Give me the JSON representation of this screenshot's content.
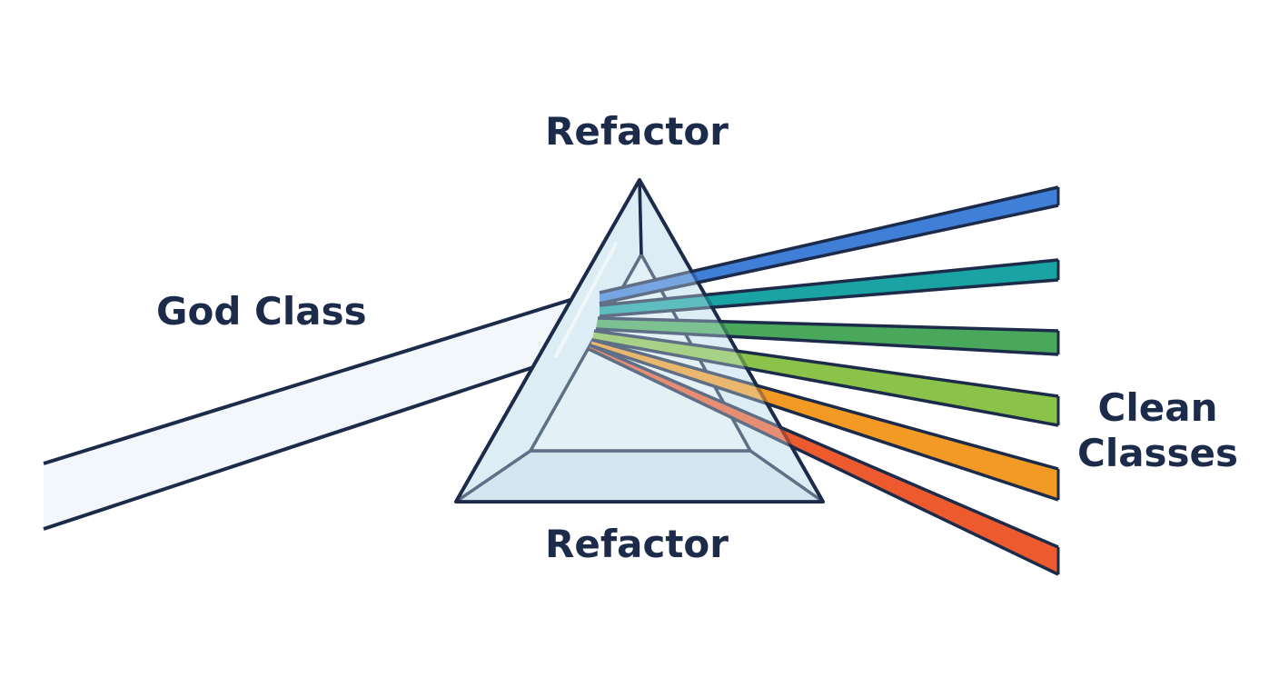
{
  "labels": {
    "top": "Refactor",
    "bottom": "Refactor",
    "input": "God Class",
    "output_line1": "Clean",
    "output_line2": "Classes"
  },
  "colors": {
    "outline": "#1c2b4a",
    "input_beam": "#f2f7fb",
    "prism_face": "#dcedf5",
    "prism_inner": "#e7f2f8",
    "prism_base": "#cfe5f0",
    "beams": [
      "#3f7fd8",
      "#1aa3a3",
      "#4aa85c",
      "#8bc34a",
      "#f39a25",
      "#ec5a2e"
    ]
  },
  "output_beam_count": 6
}
